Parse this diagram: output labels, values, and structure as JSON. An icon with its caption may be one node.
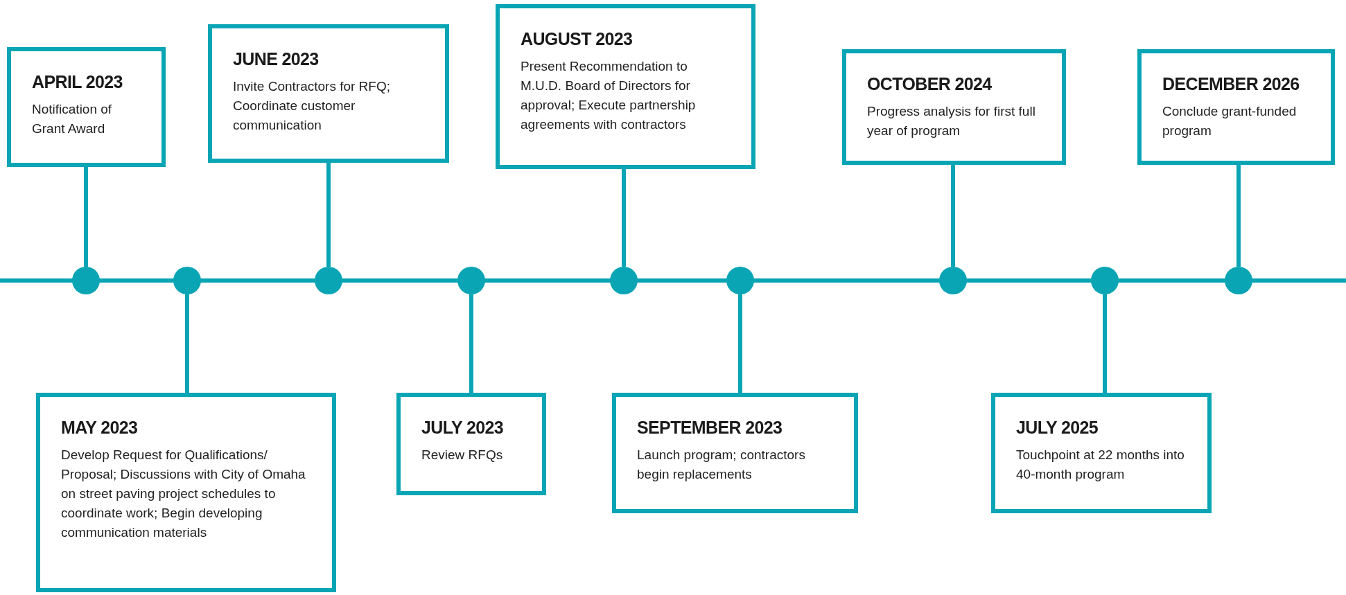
{
  "diagram": {
    "nodes": [
      {
        "text": [
          "APRIL 2023",
          "Notification of Grant Award"
        ]
      },
      {
        "text": [
          "MAY 2023",
          "Develop Request for Qualifications/ Proposal; Discussions with City of Omaha on street paving project schedules to coordinate work; Begin developing communication materials"
        ]
      },
      {
        "text": [
          "JUNE 2023",
          "Invite Contractors for RFQ; Coordinate customer communication"
        ]
      },
      {
        "text": [
          "JULY 2023",
          "Review RFQs"
        ]
      },
      {
        "text": [
          "AUGUST 2023",
          "Present Recommendation to M.U.D. Board of Directors for approval; Execute partnership agreements with contractors"
        ]
      },
      {
        "text": [
          "SEPTEMBER 2023",
          "Launch program; contractors begin replacements"
        ]
      },
      {
        "text": [
          "OCTOBER 2024",
          "Progress analysis for first full year of program"
        ]
      },
      {
        "text": [
          "JULY 2025",
          "Touchpoint at 22 months into 40-month program"
        ]
      },
      {
        "text": [
          "DECEMBER 2026",
          "Conclude grant-funded program"
        ]
      },
      {
        "text": [],
        "shape": "circle"
      },
      {
        "text": [],
        "shape": "circle"
      },
      {
        "text": [],
        "shape": "circle"
      },
      {
        "text": [],
        "shape": "circle"
      },
      {
        "text": [],
        "shape": "circle"
      },
      {
        "text": [],
        "shape": "circle"
      },
      {
        "text": [],
        "shape": "circle"
      },
      {
        "text": [],
        "shape": "circle"
      },
      {
        "text": [],
        "shape": "circle"
      }
    ],
    "edges": [
      {
        "from": 0,
        "to": 9,
        "arrow": "none"
      },
      {
        "from": 1,
        "to": 10,
        "arrow": "none"
      },
      {
        "from": 2,
        "to": 11,
        "arrow": "none"
      },
      {
        "from": 3,
        "to": 12,
        "arrow": "none"
      },
      {
        "from": 4,
        "to": 13,
        "arrow": "none"
      },
      {
        "from": 5,
        "to": 14,
        "arrow": "none"
      },
      {
        "from": 6,
        "to": 15,
        "arrow": "none"
      },
      {
        "from": 7,
        "to": 16,
        "arrow": "none"
      },
      {
        "from": 8,
        "to": 17,
        "arrow": "none"
      }
    ]
  }
}
